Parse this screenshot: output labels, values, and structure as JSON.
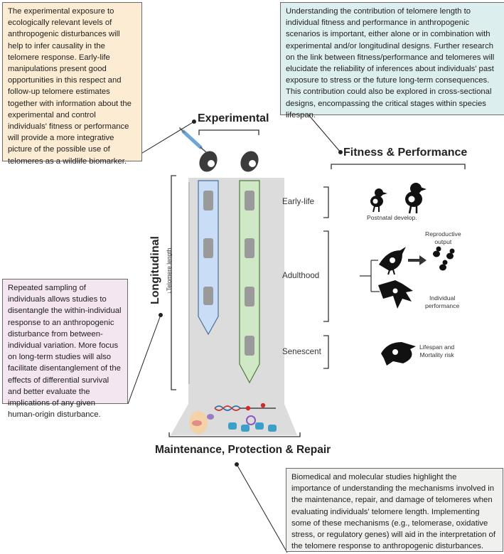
{
  "headings": {
    "experimental": "Experimental",
    "fitness": "Fitness & Performance",
    "longitudinal": "Longitudinal",
    "maintenance": "Maintenance, Protection & Repair"
  },
  "axis": {
    "telomere_length": "↓Telomere length"
  },
  "life_stages": {
    "early": "Early-life",
    "adult": "Adulthood",
    "senescent": "Senescent"
  },
  "fitness_labels": {
    "postnatal": "Postnatal develop.",
    "reproductive": "Reproductive\noutput",
    "individual": "Individual\nperformance",
    "lifespan": "Lifespan and\nMortality risk"
  },
  "text_boxes": {
    "experimental": "The experimental exposure to ecologically relevant levels of anthropogenic disturbances will help to infer causality in the telomere response. Early-life manipulations present good opportunities in this respect and follow-up telomere estimates together with information about the experimental and control individuals' fitness or performance will provide a more integrative picture of the possible use of telomeres as a wildlife biomarker.",
    "fitness": "Understanding the contribution of telomere length to individual fitness and performance in anthropogenic scenarios is important, either alone or in combination with experimental and/or longitudinal designs. Further research on the link between fitness/performance and telomeres will elucidate the reliability of inferences about individuals' past exposure to stress or the future long-term consequences. This contribution could also be explored in cross-sectional designs, encompassing the critical stages within species lifespan.",
    "longitudinal": "Repeated sampling of individuals allows studies to disentangle the within-individual response to an anthropogenic disturbance from between-individual variation. More focus on long-term studies will also facilitate disentanglement of the effects of differential survival and better evaluate the implications of any given human-origin disturbance.",
    "maintenance": "Biomedical and molecular studies highlight the importance of understanding the mechanisms involved in the maintenance, repair, and damage of telomeres when evaluating individuals' telomere length. Implementing some of these mechanisms (e.g., telomerase, oxidative stress, or regulatory genes) will aid in the interpretation of the telomere response to anthropogenic disturbances."
  },
  "colors": {
    "treatment_column": "#c9ddf6",
    "control_column": "#cfe8c6",
    "central_panel": "#dcdcdc",
    "box_experimental": "#fcecd3",
    "box_fitness": "#dcefee",
    "box_longitudinal": "#f3e6f1",
    "box_maintenance": "#f0f0ef"
  },
  "icons": [
    "syringe-icon",
    "egg-icon",
    "bird-chick-icon",
    "bird-adult-icon",
    "bird-flying-icon",
    "bird-old-icon",
    "telomere-chromosome-icon",
    "dna-icon",
    "protein-icon"
  ]
}
